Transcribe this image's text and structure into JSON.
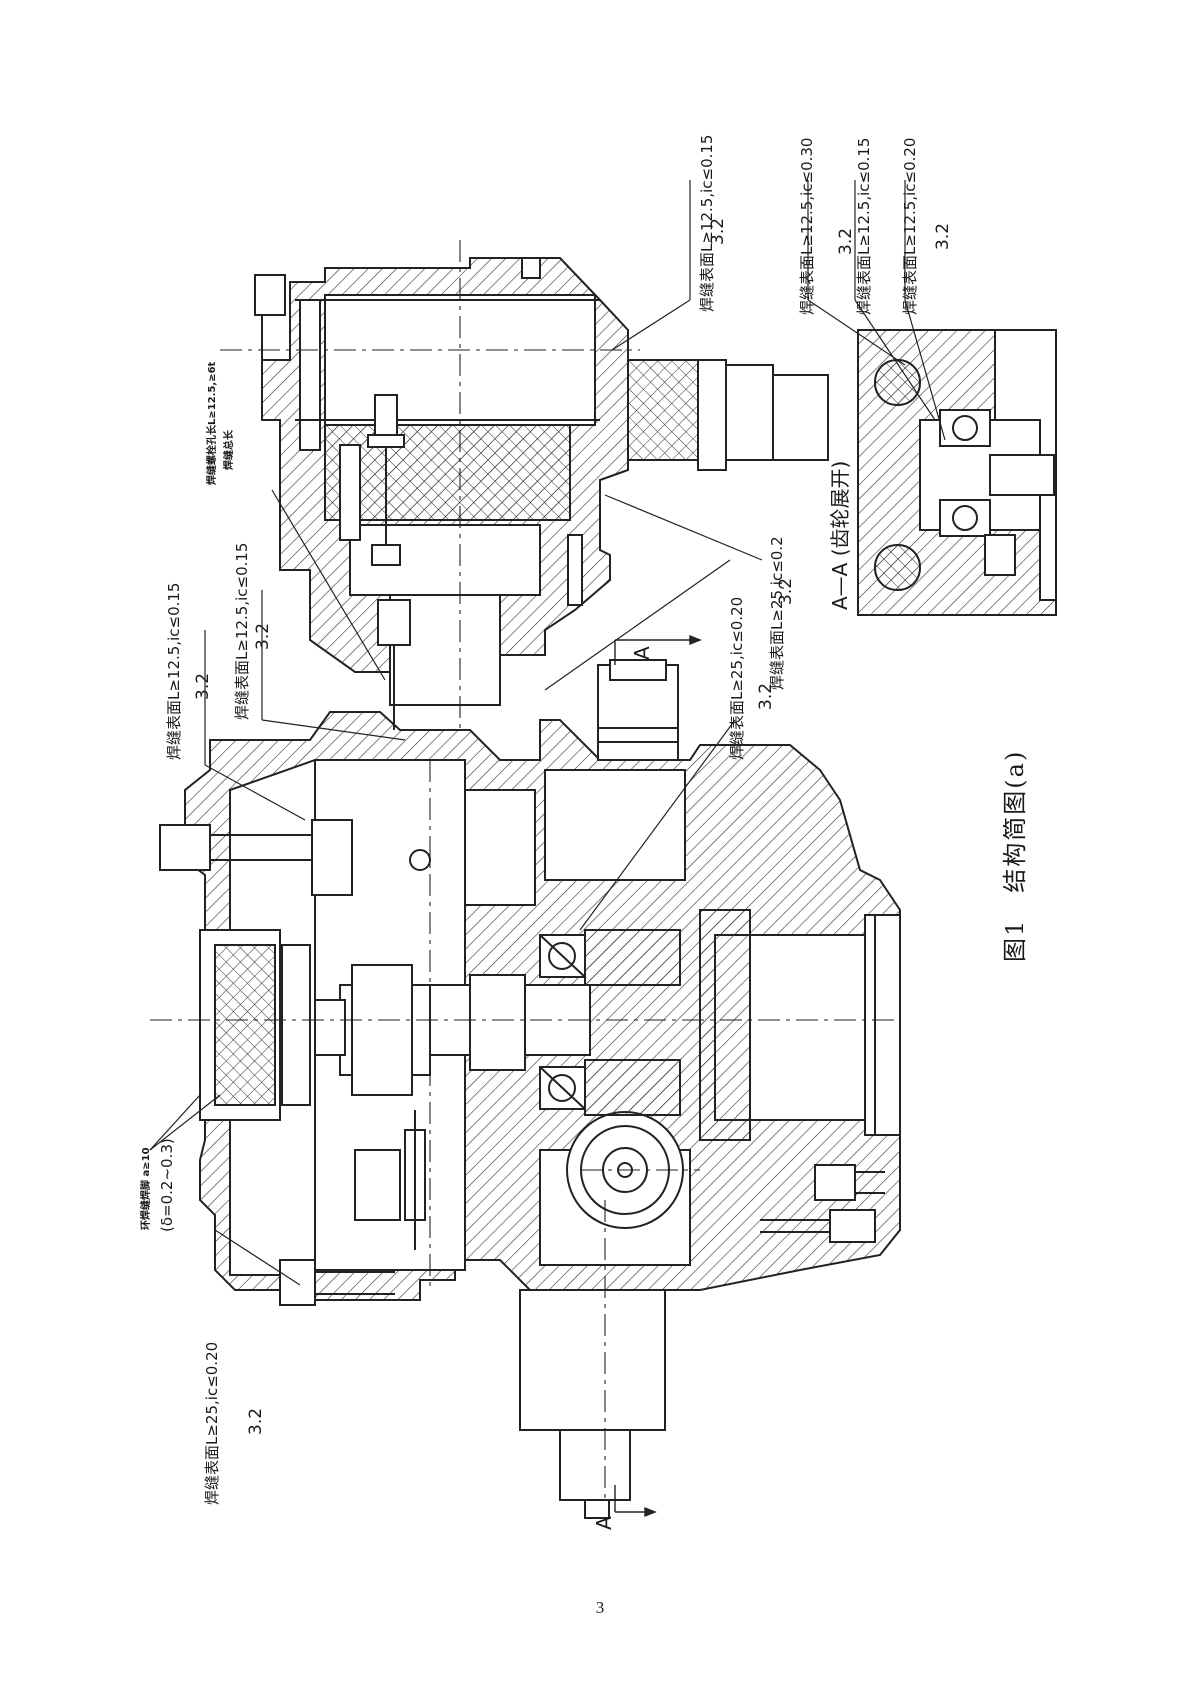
{
  "callouts": {
    "c1": "焊缝表面L≥12.5,ic≤0.15",
    "c2": "焊缝表面L≥12.5,ic≤0.15",
    "c3": "焊缝表面L≥25,ic≤0.20",
    "c4": "焊缝表面L≥25,ic≤0.2",
    "c5": "焊缝表面L≥12.5,ic≤0.15",
    "c6": "焊缝表面L≥12.5,ic≤0.30",
    "c7": "焊缝表面L≥12.5,ic≤0.15",
    "c8": "焊缝表面L≥12.5,ic≤0.20",
    "c9": "焊缝表面L≥25,ic≤0.20"
  },
  "roughness": "3.2",
  "small_notes": {
    "bolt_note_line1": "焊缝螺栓孔长L≥12.5,≥6t",
    "bolt_note_line2": "焊缝总长",
    "ring_note_line1": "环焊缝焊脚 a≥10",
    "ring_note_line2": "(δ=0.2~0.3)"
  },
  "section_label": "A—A (齿轮展开)",
  "section_marks": {
    "top": "A",
    "bottom": "A"
  },
  "caption": "图1　结构简图(a)",
  "page_number": "3"
}
